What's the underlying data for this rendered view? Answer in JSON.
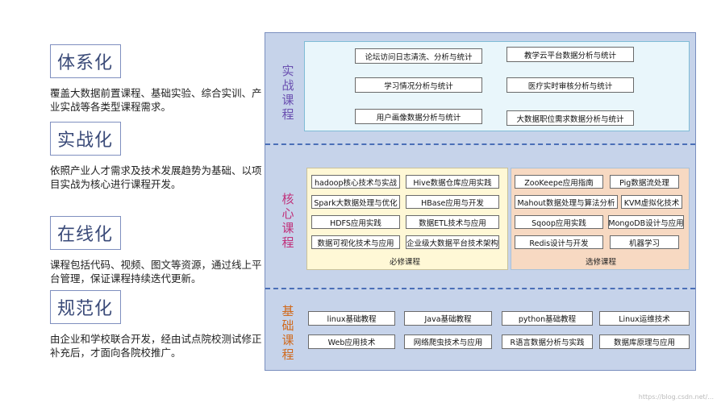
{
  "features": [
    {
      "title": "体系化",
      "desc": "覆盖大数据前置课程、基础实验、综合实训、产业实战等各类型课程需求。"
    },
    {
      "title": "实战化",
      "desc": "依照产业人才需求及技术发展趋势为基础、以项目实战为核心进行课程开发。"
    },
    {
      "title": "在线化",
      "desc": "课程包括代码、视频、图文等资源，通过线上平台管理，保证课程持续迭代更新。"
    },
    {
      "title": "规范化",
      "desc": "由企业和学校联合开发，经由试点院校测试修正补充后，才面向各院校推广。"
    }
  ],
  "sections": {
    "practice": {
      "label": "实战课程",
      "color": "#6a4fb0",
      "items": [
        "论坛访问日志清洗、分析与统计",
        "教学云平台数据分析与统计",
        "学习情况分析与统计",
        "医疗实时审核分析与统计",
        "用户画像数据分析与统计",
        "大数据职位需求数据分析与统计"
      ]
    },
    "core": {
      "label": "核心课程",
      "color": "#c0307a",
      "required_label": "必修课程",
      "required_items": [
        "hadoop核心技术与实战",
        "Hive数据仓库应用实践",
        "Spark大数据处理与优化",
        "HBase应用与开发",
        "HDFS应用实践",
        "数据ETL技术与应用",
        "数据可视化技术与应用",
        "企业级大数据平台技术架构"
      ],
      "elective_label": "选修课程",
      "elective_items": [
        "ZooKeepe应用指南",
        "Pig数据流处理",
        "Mahout数据处理与算法分析",
        "KVM虚拟化技术",
        "Sqoop应用实践",
        "MongoDB设计与应用",
        "Redis设计与开发",
        "机器学习"
      ]
    },
    "basic": {
      "label": "基础课程",
      "color": "#d06a1e",
      "items": [
        "linux基础教程",
        "Java基础教程",
        "python基础教程",
        "Linux运维技术",
        "Web应用技术",
        "网络爬虫技术与应用",
        "R语言数据分析与实践",
        "数据库原理与应用"
      ]
    }
  },
  "watermark": "https://blog.csdn.net/..."
}
